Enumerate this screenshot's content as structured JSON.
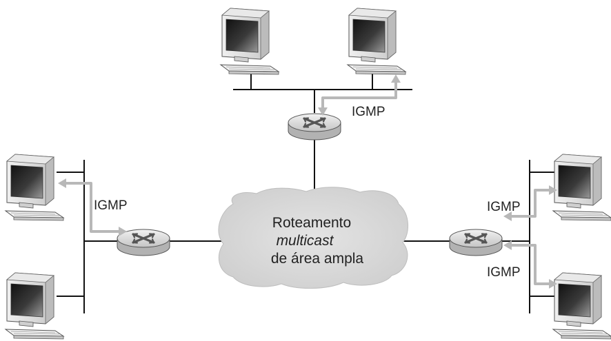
{
  "cloud": {
    "line1": "Roteamento",
    "line2": "multicast",
    "line3": "de área ampla"
  },
  "igmp_labels": {
    "top": "IGMP",
    "left": "IGMP",
    "right_upper": "IGMP",
    "right_lower": "IGMP"
  },
  "icons": {
    "computer": "desktop-computer-icon",
    "router": "router-icon"
  },
  "colors": {
    "line": "#111111",
    "igmp_arrow": "#b8b8b8",
    "cloud_fill": "#d6d6d6",
    "router_fill": "#d0d0d0",
    "screen": "#2a2a2a"
  }
}
